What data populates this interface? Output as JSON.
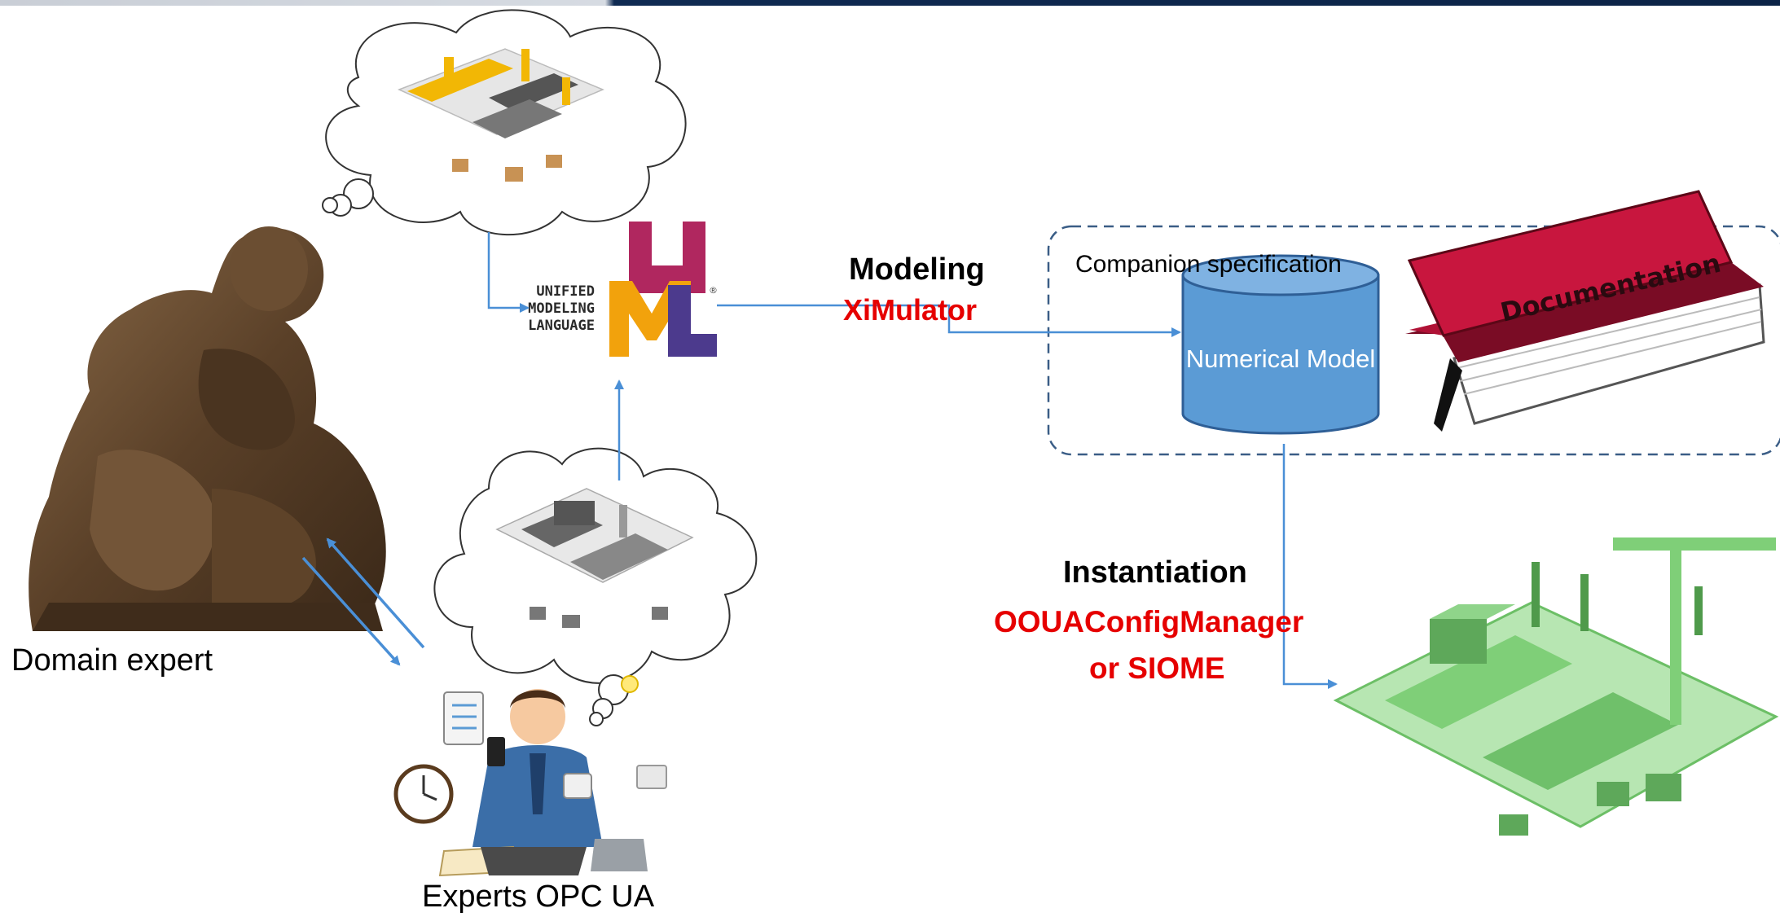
{
  "labels": {
    "domain_expert": "Domain expert",
    "experts_opc_ua": "Experts OPC UA",
    "modeling": "Modeling",
    "ximulator": "XiMulator",
    "companion_specification": "Companion specification",
    "numerical_model": "Numerical Model",
    "documentation": "Documentation",
    "instantiation": "Instantiation",
    "oouaconfigmanager": "OOUAConfigManager",
    "or_siome": "or SIOME"
  },
  "uml_logo": {
    "line1": "UNIFIED",
    "line2": "MODELING",
    "line3": "LANGUAGE"
  },
  "colors": {
    "arrow_blue": "#4a8fd6",
    "tool_red": "#e60000",
    "cylinder_blue": "#5b9bd5",
    "book_red": "#c8163e",
    "factory_green": "#8fd48a",
    "header_navy": "#0f2a52"
  },
  "icons": [
    "thinker-statue-icon",
    "thought-cloud-factory-icon",
    "uml-logo-icon",
    "database-cylinder-icon",
    "documentation-book-icon",
    "multitasking-expert-icon",
    "green-factory-icon"
  ]
}
